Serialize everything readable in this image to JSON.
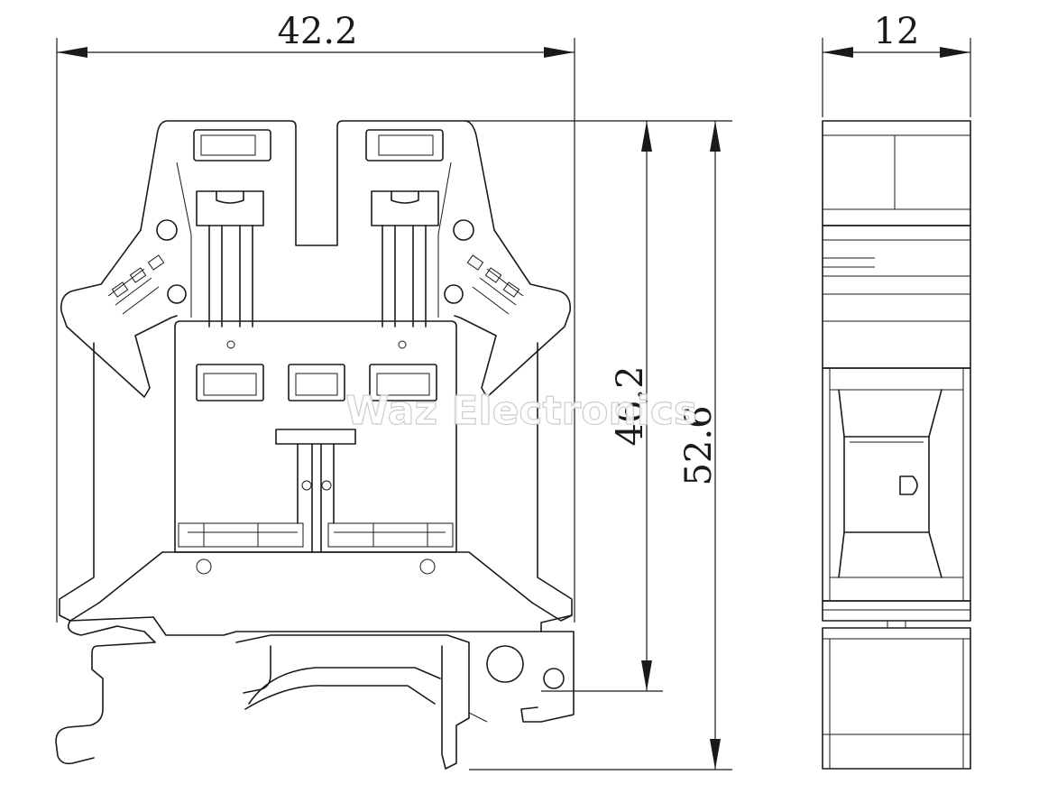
{
  "dimensions": {
    "width_total": "42.2",
    "side_width": "12",
    "height_inner": "46.2",
    "height_total": "52.6"
  },
  "watermark": "Waz Electronics"
}
